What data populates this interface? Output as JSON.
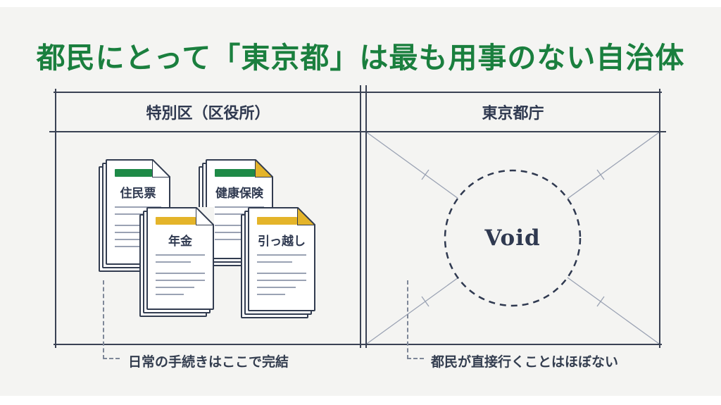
{
  "title": "都民にとって「東京都」は最も用事のない自治体",
  "colors": {
    "title_green": "#1a7f3e",
    "doc_green": "#1e8a47",
    "doc_yellow": "#e4b42a",
    "ink_navy": "#323c50",
    "background": "#f4f4f2"
  },
  "panels": {
    "left": {
      "header": "特別区（区役所）",
      "annotation": "日常の手続きはここで完結",
      "documents": [
        {
          "label": "住民票",
          "bar_color": "#1e8a47",
          "fold_color": "#ffffff"
        },
        {
          "label": "健康保険",
          "bar_color": "#1e8a47",
          "fold_color": "#e4b42a"
        },
        {
          "label": "年金",
          "bar_color": "#e4b42a",
          "fold_color": "#ffffff"
        },
        {
          "label": "引っ越し",
          "bar_color": "#e4b42a",
          "fold_color": "#e4b42a"
        }
      ]
    },
    "right": {
      "header": "東京都庁",
      "void_label": "Void",
      "annotation": "都民が直接行くことはほぼない"
    }
  }
}
